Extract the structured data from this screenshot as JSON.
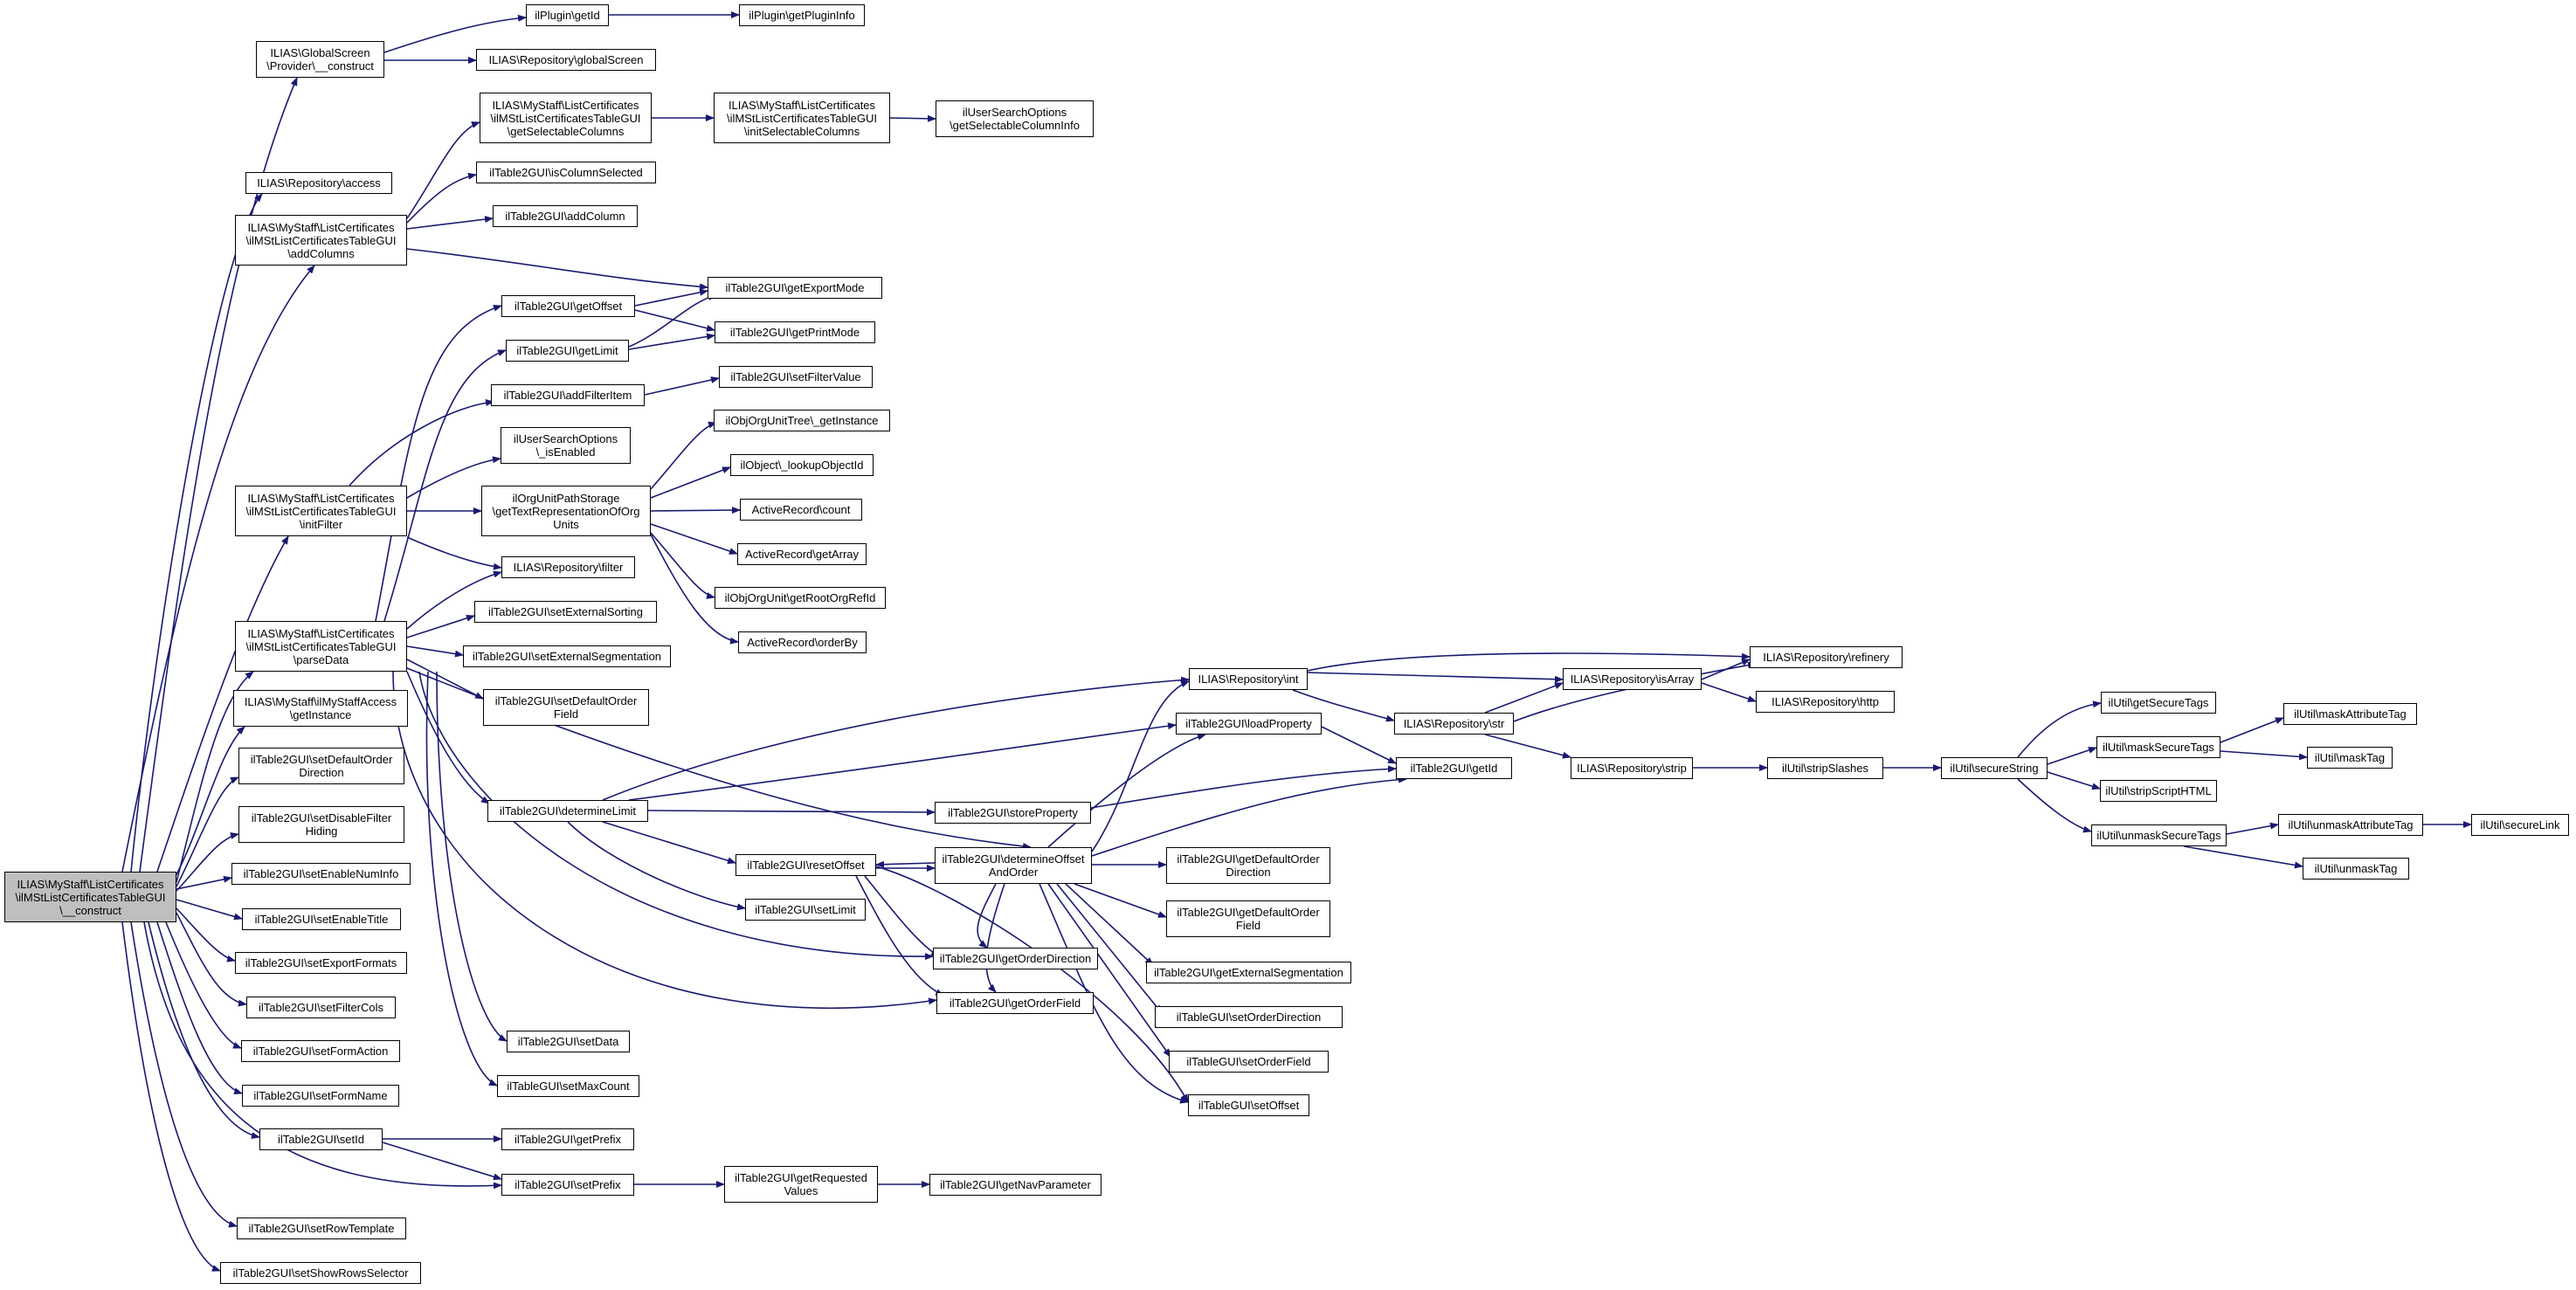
{
  "graph": {
    "edge_color": "#191970",
    "root_fill": "#bfbfbf",
    "nodes": {
      "root": "ILIAS\\MyStaff\\ListCertificates\n\\ilMStListCertificatesTableGUI\n\\__construct",
      "gs_construct": "ILIAS\\GlobalScreen\n\\Provider\\__construct",
      "plugin_getid": "ilPlugin\\getId",
      "plugin_getinfo": "ilPlugin\\getPluginInfo",
      "repo_globalscreen": "ILIAS\\Repository\\globalScreen",
      "get_selectable_columns": "ILIAS\\MyStaff\\ListCertificates\n\\ilMStListCertificatesTableGUI\n\\getSelectableColumns",
      "init_selectable_columns": "ILIAS\\MyStaff\\ListCertificates\n\\ilMStListCertificatesTableGUI\n\\initSelectableColumns",
      "uso_get_selectable_column_info": "ilUserSearchOptions\n\\getSelectableColumnInfo",
      "repo_access": "ILIAS\\Repository\\access",
      "is_column_selected": "ilTable2GUI\\isColumnSelected",
      "add_columns": "ILIAS\\MyStaff\\ListCertificates\n\\ilMStListCertificatesTableGUI\n\\addColumns",
      "add_column": "ilTable2GUI\\addColumn",
      "get_export_mode": "ilTable2GUI\\getExportMode",
      "get_offset": "ilTable2GUI\\getOffset",
      "get_print_mode": "ilTable2GUI\\getPrintMode",
      "get_limit": "ilTable2GUI\\getLimit",
      "add_filter_item": "ilTable2GUI\\addFilterItem",
      "set_filter_value": "ilTable2GUI\\setFilterValue",
      "uso_is_enabled": "ilUserSearchOptions\n\\_isEnabled",
      "org_unit_tree_get_instance": "ilObjOrgUnitTree\\_getInstance",
      "init_filter": "ILIAS\\MyStaff\\ListCertificates\n\\ilMStListCertificatesTableGUI\n\\initFilter",
      "org_unit_path_storage": "ilOrgUnitPathStorage\n\\getTextRepresentationOfOrg\nUnits",
      "lookup_object_id": "ilObject\\_lookupObjectId",
      "ar_count": "ActiveRecord\\count",
      "ar_get_array": "ActiveRecord\\getArray",
      "repo_filter": "ILIAS\\Repository\\filter",
      "get_root_org_ref_id": "ilObjOrgUnit\\getRootOrgRefId",
      "parse_data": "ILIAS\\MyStaff\\ListCertificates\n\\ilMStListCertificatesTableGUI\n\\parseData",
      "set_external_sorting": "ilTable2GUI\\setExternalSorting",
      "ar_order_by": "ActiveRecord\\orderBy",
      "set_external_segmentation": "ilTable2GUI\\setExternalSegmentation",
      "repo_int": "ILIAS\\Repository\\int",
      "repo_is_array": "ILIAS\\Repository\\isArray",
      "repo_refinery": "ILIAS\\Repository\\refinery",
      "set_default_order_field": "ilTable2GUI\\setDefaultOrder\nField",
      "repo_str": "ILIAS\\Repository\\str",
      "repo_http": "ILIAS\\Repository\\http",
      "mystaff_get_instance": "ILIAS\\MyStaff\\ilMyStaffAccess\n\\getInstance",
      "load_property": "ilTable2GUI\\loadProperty",
      "util_get_secure_tags": "ilUtil\\getSecureTags",
      "util_mask_attribute_tag": "ilUtil\\maskAttributeTag",
      "set_default_order_direction": "ilTable2GUI\\setDefaultOrder\nDirection",
      "util_mask_secure_tags": "ilUtil\\maskSecureTags",
      "util_mask_tag": "ilUtil\\maskTag",
      "table_get_id": "ilTable2GUI\\getId",
      "repo_strip": "ILIAS\\Repository\\strip",
      "util_strip_slashes": "ilUtil\\stripSlashes",
      "util_secure_string": "ilUtil\\secureString",
      "determine_limit": "ilTable2GUI\\determineLimit",
      "store_property": "ilTable2GUI\\storeProperty",
      "util_strip_script_html": "ilUtil\\stripScriptHTML",
      "set_disable_filter_hiding": "ilTable2GUI\\setDisableFilter\nHiding",
      "util_unmask_secure_tags": "ilUtil\\unmaskSecureTags",
      "util_unmask_attribute_tag": "ilUtil\\unmaskAttributeTag",
      "util_secure_link": "ilUtil\\secureLink",
      "reset_offset": "ilTable2GUI\\resetOffset",
      "determine_offset_and_order": "ilTable2GUI\\determineOffset\nAndOrder",
      "get_default_order_direction": "ilTable2GUI\\getDefaultOrder\nDirection",
      "set_enable_num_info": "ilTable2GUI\\setEnableNumInfo",
      "util_unmask_tag": "ilUtil\\unmaskTag",
      "set_limit": "ilTable2GUI\\setLimit",
      "get_default_order_field": "ilTable2GUI\\getDefaultOrder\nField",
      "set_enable_title": "ilTable2GUI\\setEnableTitle",
      "get_external_segmentation": "ilTable2GUI\\getExternalSegmentation",
      "set_export_formats": "ilTable2GUI\\setExportFormats",
      "get_order_direction": "ilTable2GUI\\getOrderDirection",
      "set_filter_cols": "ilTable2GUI\\setFilterCols",
      "get_order_field": "ilTable2GUI\\getOrderField",
      "set_order_direction": "ilTableGUI\\setOrderDirection",
      "set_form_action": "ilTable2GUI\\setFormAction",
      "set_data": "ilTable2GUI\\setData",
      "set_order_field": "ilTableGUI\\setOrderField",
      "set_form_name": "ilTable2GUI\\setFormName",
      "set_max_count": "ilTableGUI\\setMaxCount",
      "set_offset": "ilTableGUI\\setOffset",
      "set_id": "ilTable2GUI\\setId",
      "get_prefix": "ilTable2GUI\\getPrefix",
      "set_prefix": "ilTable2GUI\\setPrefix",
      "get_requested_values": "ilTable2GUI\\getRequested\nValues",
      "get_nav_parameter": "ilTable2GUI\\getNavParameter",
      "set_row_template": "ilTable2GUI\\setRowTemplate",
      "set_show_rows_selector": "ilTable2GUI\\setShowRowsSelector"
    }
  }
}
